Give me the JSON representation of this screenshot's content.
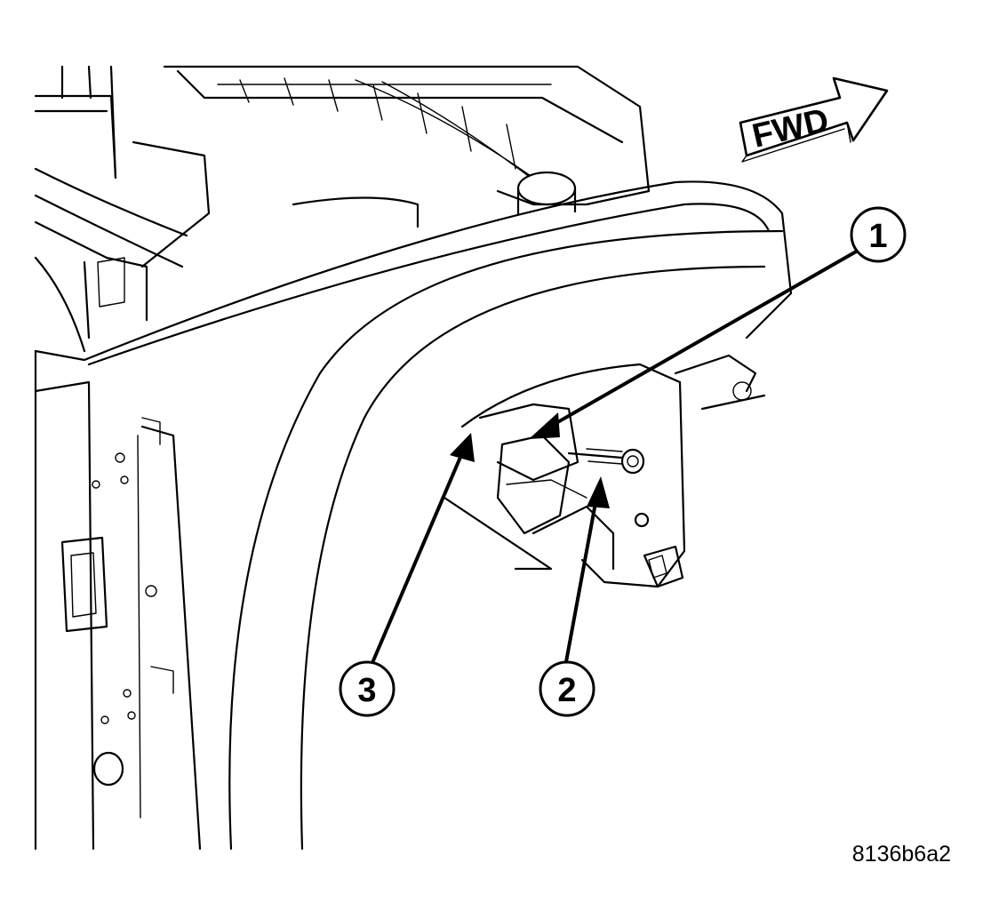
{
  "direction_indicator": {
    "label": "FWD"
  },
  "callouts": [
    {
      "number": "1"
    },
    {
      "number": "2"
    },
    {
      "number": "3"
    }
  ],
  "figure_id": "8136b6a2"
}
